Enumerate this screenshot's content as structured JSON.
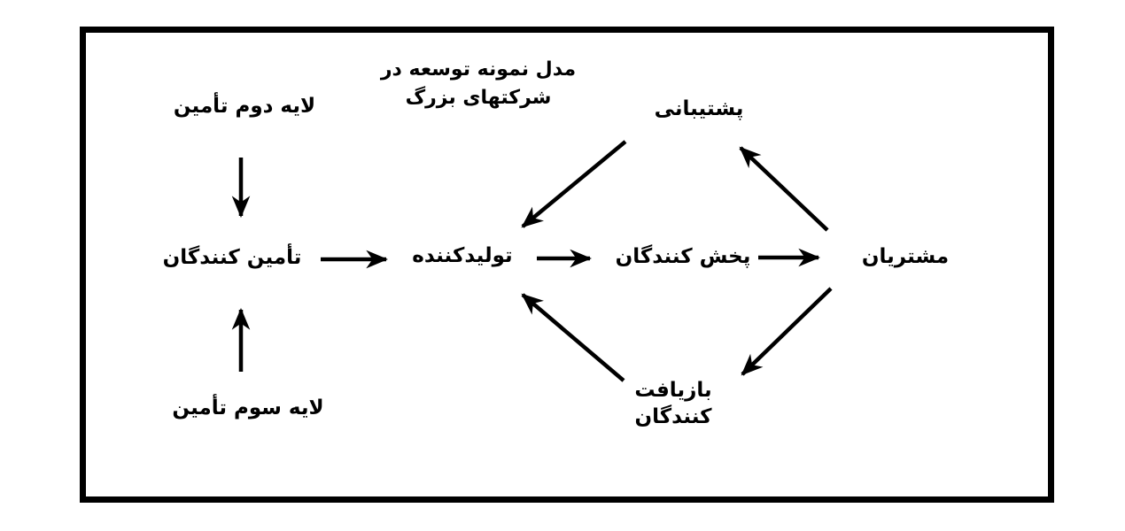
{
  "diagram": {
    "title": {
      "line1": "مدل نمونه توسعه در",
      "line2": "شرکتهای  بزرگ"
    },
    "nodes": {
      "supply_layer_2": {
        "label": "لایه دوم تأمین"
      },
      "support": {
        "label": "پشتیبانی"
      },
      "suppliers": {
        "label": "تأمین کنندگان"
      },
      "producer": {
        "label": "تولیدکننده"
      },
      "distributors": {
        "label": "پخش کنندگان"
      },
      "customers": {
        "label": "مشتریان"
      },
      "supply_layer_3": {
        "label": "لایه سوم تأمین"
      },
      "recyclers": {
        "line1": "بازیافت",
        "line2": "کنندگان"
      }
    },
    "arrows": [
      {
        "name": "arrow-layer2-to-suppliers"
      },
      {
        "name": "arrow-layer3-to-suppliers"
      },
      {
        "name": "arrow-suppliers-to-producer"
      },
      {
        "name": "arrow-producer-to-distributors"
      },
      {
        "name": "arrow-distributors-to-customers"
      },
      {
        "name": "arrow-support-to-producer"
      },
      {
        "name": "arrow-customers-to-support"
      },
      {
        "name": "arrow-customers-to-recyclers"
      },
      {
        "name": "arrow-recyclers-to-producer"
      }
    ],
    "colors": {
      "ink": "#000000",
      "background": "#ffffff"
    }
  }
}
